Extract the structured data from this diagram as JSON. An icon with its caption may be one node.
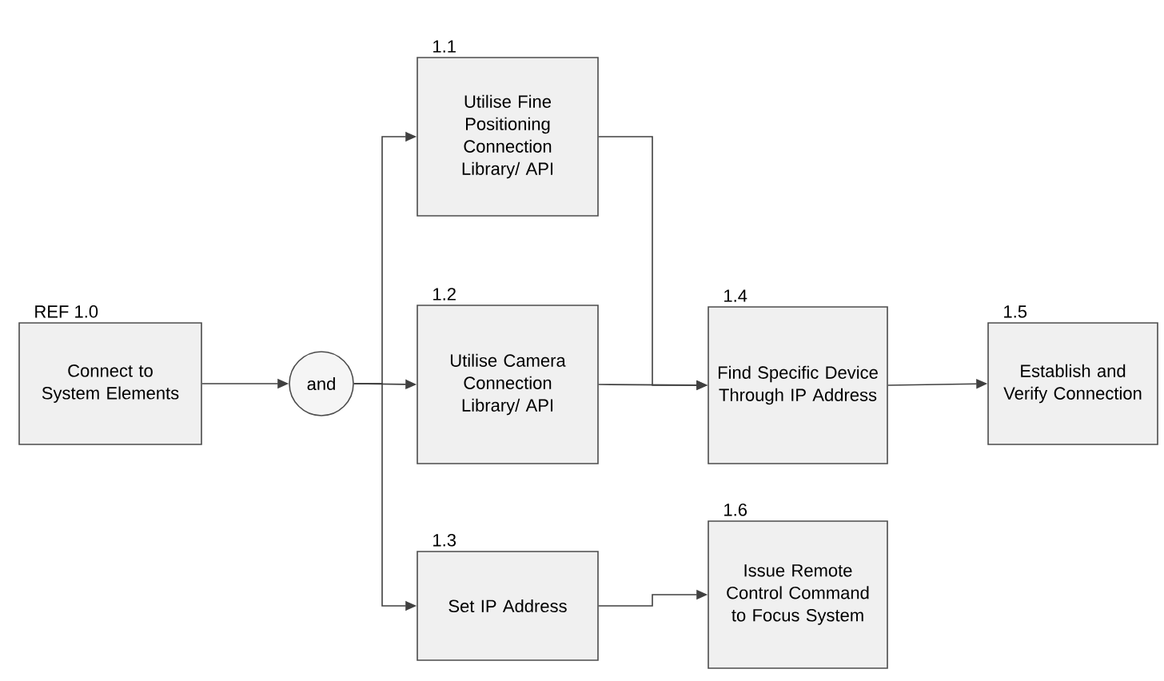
{
  "diagram": {
    "nodes": [
      {
        "text": [
          "REF 1.0",
          "Connect to System Elements"
        ]
      },
      {
        "text": [
          "and"
        ]
      },
      {
        "text": [
          "1.1",
          "Utilise Fine Positioning Connection Library/ API"
        ]
      },
      {
        "text": [
          "1.2",
          "Utilise Camera Connection Library/ API"
        ]
      },
      {
        "text": [
          "1.3",
          "Set IP Address"
        ]
      },
      {
        "text": [
          "1.4",
          "Find Specific Device Through IP Address"
        ]
      },
      {
        "text": [
          "1.5",
          "Establish and Verify Connection"
        ]
      },
      {
        "text": [
          "1.6",
          "Issue Remote Control Command to Focus System"
        ]
      }
    ],
    "edges": [
      {
        "from": 0,
        "to": 1,
        "arrow": "to"
      },
      {
        "from": 1,
        "to": 2,
        "arrow": "to"
      },
      {
        "from": 1,
        "to": 3,
        "arrow": "to"
      },
      {
        "from": 1,
        "to": 4,
        "arrow": "to"
      },
      {
        "from": 2,
        "to": 5,
        "arrow": "to"
      },
      {
        "from": 3,
        "to": 5,
        "arrow": "to"
      },
      {
        "from": 5,
        "to": 6,
        "arrow": "to"
      },
      {
        "from": 4,
        "to": 7,
        "arrow": "to"
      }
    ]
  }
}
